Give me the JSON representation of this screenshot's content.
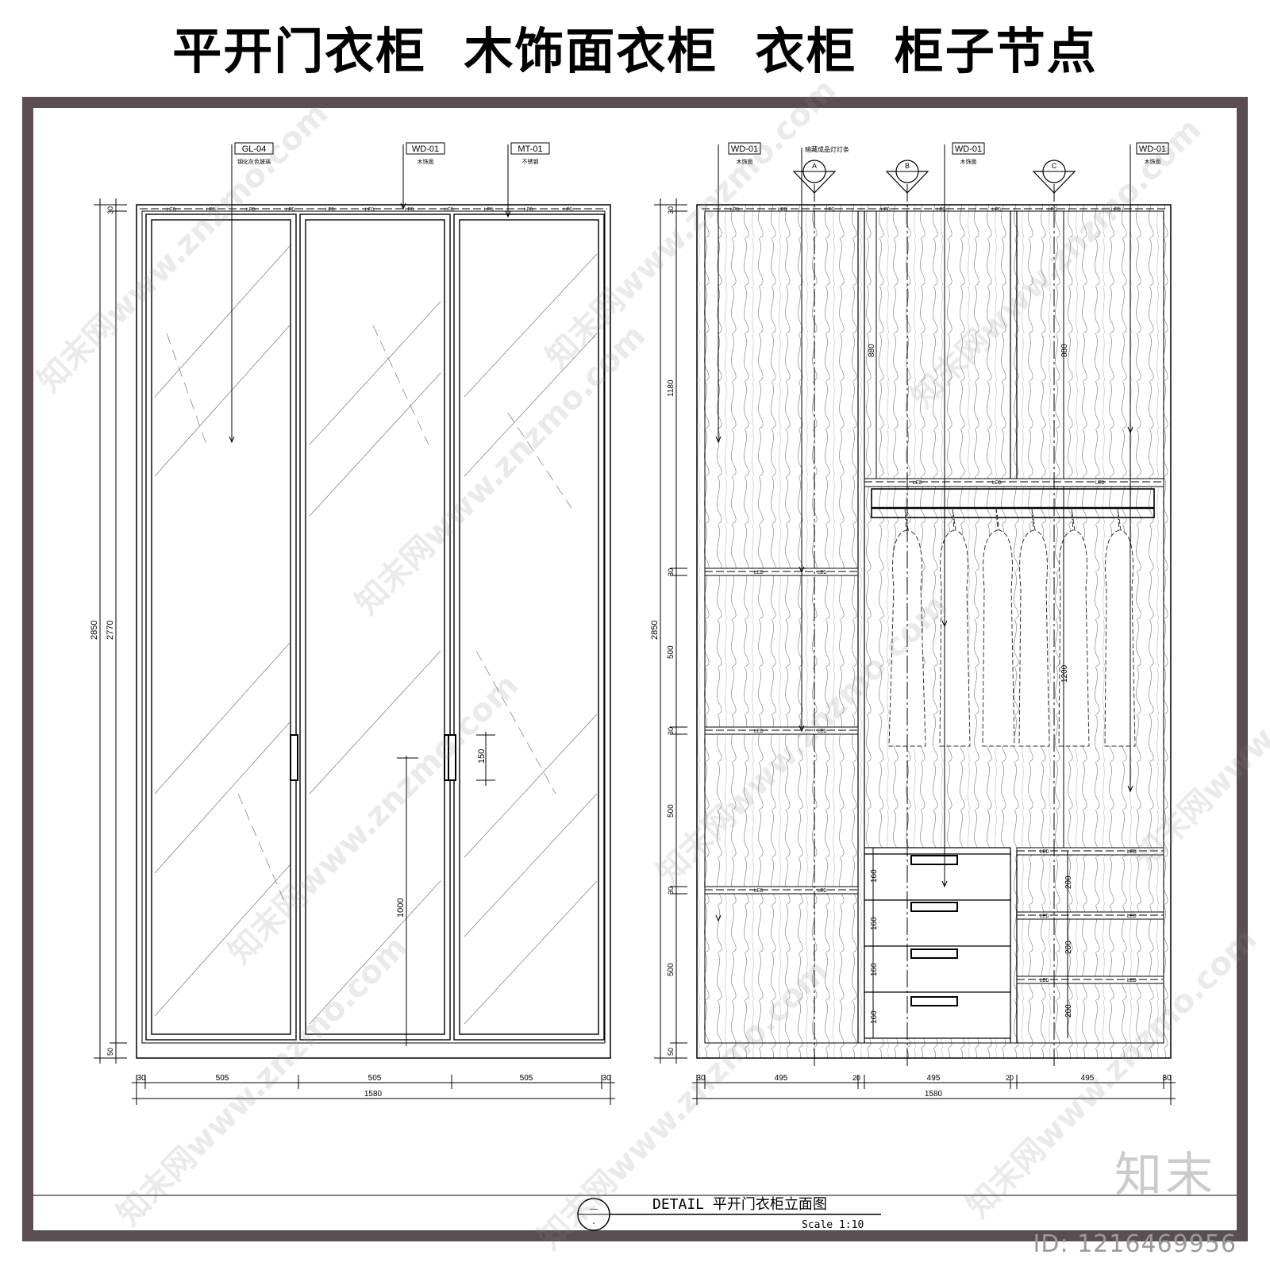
{
  "title": "平开门衣柜  木饰面衣柜  衣柜  柜子节点",
  "left_elevation": {
    "callouts": [
      {
        "code": "GL-04",
        "desc": "钢化灰色玻璃"
      },
      {
        "code": "WD-01",
        "desc": "木饰面"
      },
      {
        "code": "MT-01",
        "desc": "不锈钢"
      }
    ],
    "led": "LED",
    "dims_v_outer": "2850",
    "dims_v_inner": "2770",
    "dim_top": "30",
    "dim_bottom": "50",
    "dim_handle": "150",
    "dim_handle_height": "1000",
    "dims_h": [
      "30",
      "505",
      "505",
      "505",
      "30"
    ],
    "dim_total": "1580"
  },
  "right_elevation": {
    "callouts": [
      {
        "code": "WD-01",
        "desc": "木饰面"
      },
      {
        "code": "WD-01",
        "desc": "木饰面"
      },
      {
        "code": "WD-01",
        "desc": "木饰面"
      }
    ],
    "led_note": "暗藏成品灯灯条",
    "sections": [
      "A",
      "B",
      "C"
    ],
    "led": "LED",
    "dims_v_outer": "2850",
    "dims_v_left": [
      "30",
      "1180",
      "30",
      "500",
      "30",
      "500",
      "30",
      "500",
      "50"
    ],
    "dim_880": "880",
    "dim_1200": "1200",
    "drawer_dims": [
      "160",
      "160",
      "160",
      "160"
    ],
    "shelf_dims": [
      "200",
      "200",
      "200"
    ],
    "dims_h": [
      "30",
      "495",
      "20",
      "495",
      "20",
      "495",
      "30"
    ],
    "dim_total": "1580"
  },
  "detail": {
    "symbol_top": "—",
    "symbol_bottom": "-",
    "label": "DETAIL  平开门衣柜立面图",
    "scale": "Scale 1:10"
  },
  "watermark": "知末网www.znzmo.com",
  "brand": "知末",
  "image_id": "ID: 1216469956"
}
